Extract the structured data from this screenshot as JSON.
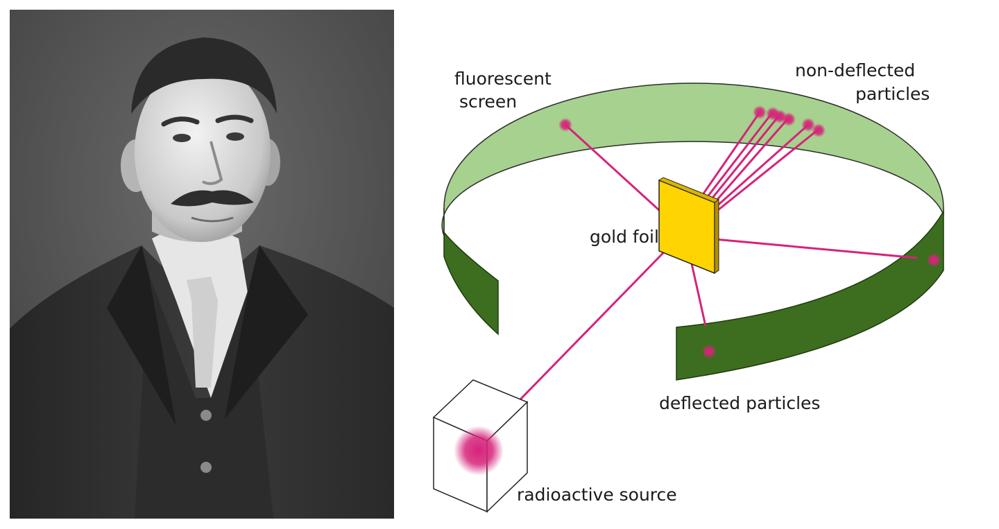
{
  "labels": {
    "fluorescent_screen": [
      "fluorescent",
      "screen"
    ],
    "non_deflected_particles": [
      "non-deflected",
      "particles"
    ],
    "gold_foil": "gold foil",
    "deflected_particles": "deflected particles",
    "radioactive_source": "radioactive source"
  },
  "colors": {
    "ring_inner": "#a6d18f",
    "ring_outer": "#3d6e1f",
    "foil": "#ffd400",
    "beam": "#d6237a",
    "photo_bg": "#555555"
  },
  "icons": {
    "portrait": "portrait-photo"
  }
}
